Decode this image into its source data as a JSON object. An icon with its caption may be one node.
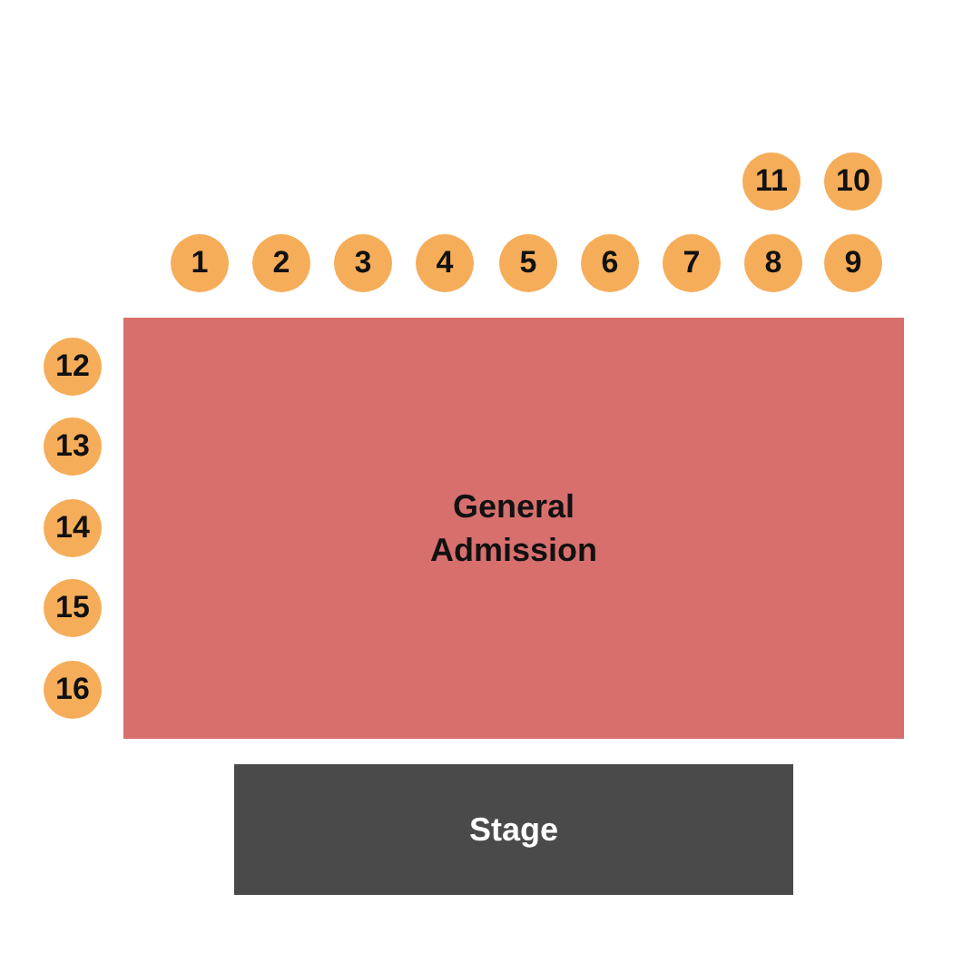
{
  "diagram": {
    "nodes": [
      {
        "text": [
          "11"
        ]
      },
      {
        "text": [
          "10"
        ]
      },
      {
        "text": [
          "1"
        ]
      },
      {
        "text": [
          "2"
        ]
      },
      {
        "text": [
          "3"
        ]
      },
      {
        "text": [
          "4"
        ]
      },
      {
        "text": [
          "5"
        ]
      },
      {
        "text": [
          "6"
        ]
      },
      {
        "text": [
          "7"
        ]
      },
      {
        "text": [
          "8"
        ]
      },
      {
        "text": [
          "9"
        ]
      },
      {
        "text": [
          "General Admission"
        ]
      },
      {
        "text": [
          "12"
        ]
      },
      {
        "text": [
          "13"
        ]
      },
      {
        "text": [
          "14"
        ]
      },
      {
        "text": [
          "15"
        ]
      },
      {
        "text": [
          "16"
        ]
      },
      {
        "text": [
          "Stage"
        ]
      }
    ]
  }
}
